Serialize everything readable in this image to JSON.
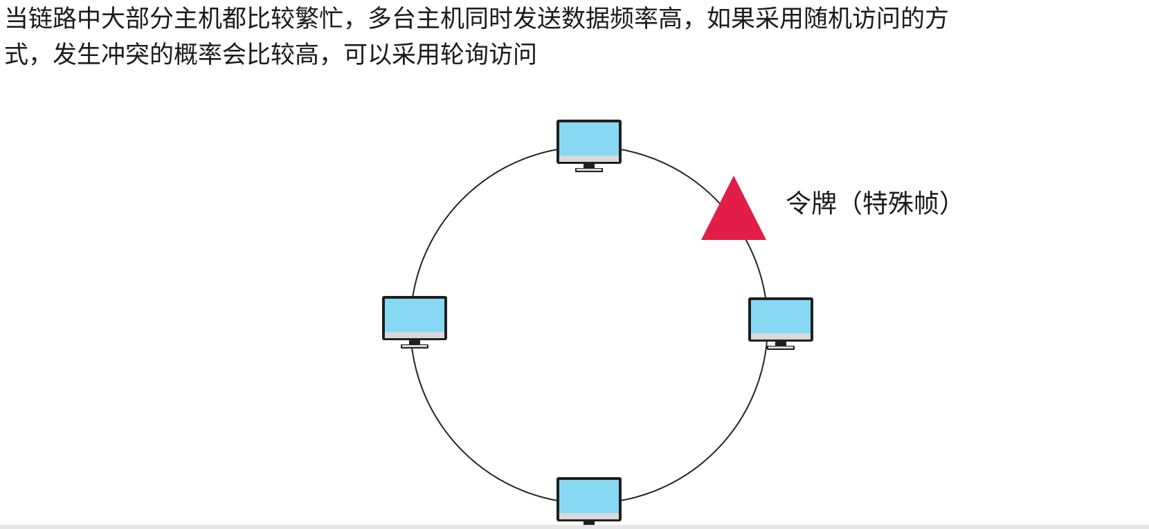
{
  "text": {
    "line1": "当链路中大部分主机都比较繁忙，多台主机同时发送数据频率高，如果采用随机访问的方",
    "line2": "式，发生冲突的概率会比较高，可以采用轮询访问"
  },
  "diagram": {
    "token_label": "令牌（特殊帧）",
    "computer_icon": "desktop-computer-icon",
    "token_icon": "triangle-token-icon",
    "colors": {
      "ring": "#222222",
      "screen": "#87d8f3",
      "monitor_frame": "#1f1f1f",
      "monitor_base": "#d9d9d9",
      "token": "#e11d48"
    }
  }
}
